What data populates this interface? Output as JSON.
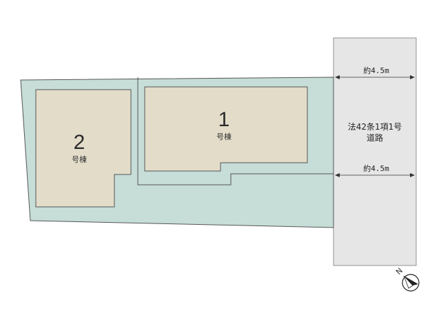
{
  "buildings": [
    {
      "number": "1",
      "label": "号棟"
    },
    {
      "number": "2",
      "label": "号棟"
    }
  ],
  "road": {
    "label_line1": "法42条1項1号",
    "label_line2": "道路",
    "width_top": "約4.5m",
    "width_bottom": "約4.5m"
  },
  "compass": {
    "north_label": "N"
  },
  "colors": {
    "site_fill": "#c6ddd8",
    "building_fill": "#e2dcc9",
    "road_fill": "#e6e6e6",
    "outline": "#555555"
  }
}
